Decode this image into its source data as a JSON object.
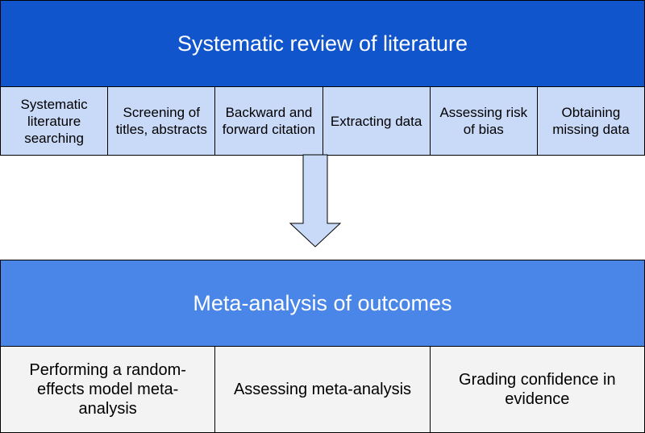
{
  "review": {
    "title": "Systematic review of literature",
    "steps": [
      "Systematic literature searching",
      "Screening of titles, abstracts",
      "Backward and forward citation",
      "Extracting data",
      "Assessing risk of bias",
      "Obtaining missing data"
    ]
  },
  "meta": {
    "title": "Meta-analysis of outcomes",
    "steps": [
      "Performing a random-effects model meta-analysis",
      "Assessing meta-analysis",
      "Grading confidence in evidence"
    ]
  },
  "colors": {
    "review_header": "#1155cc",
    "review_steps": "#c9daf8",
    "meta_header": "#4a86e8",
    "meta_steps": "#f3f3f3",
    "arrow_fill": "#c9daf8"
  }
}
